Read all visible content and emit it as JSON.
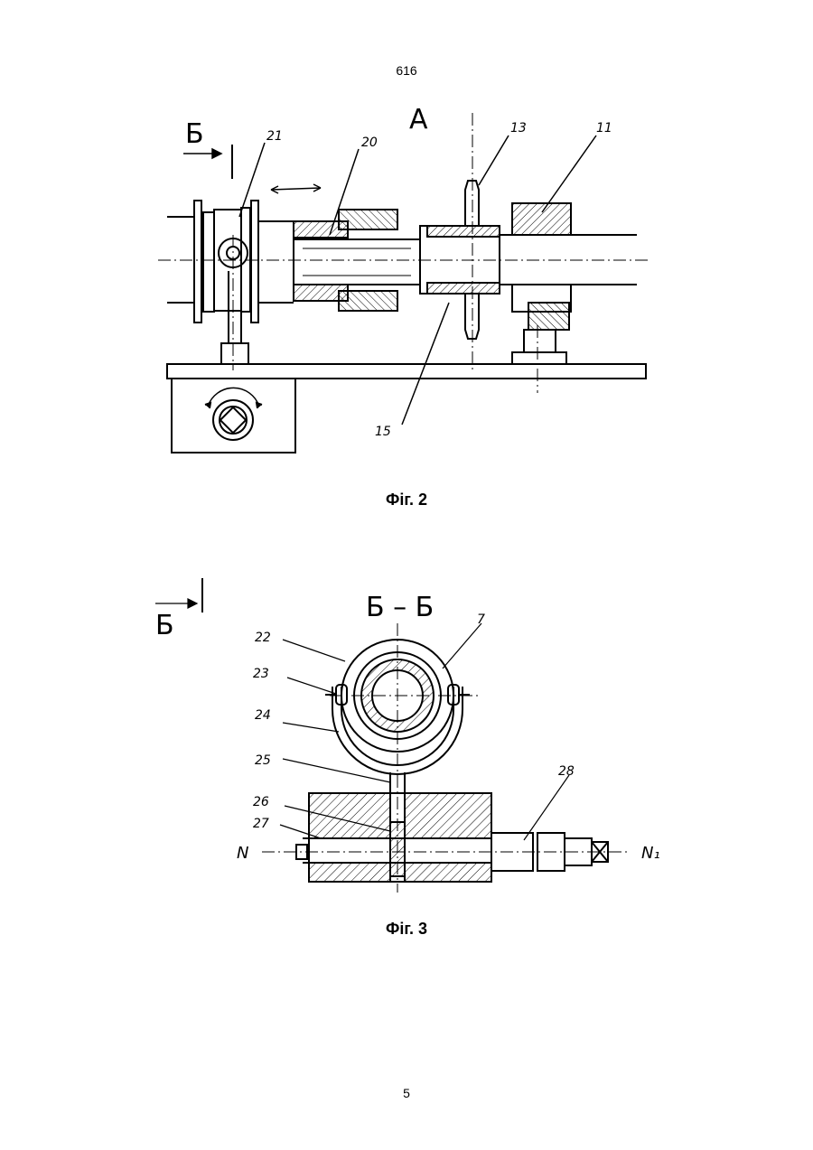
{
  "header": {
    "page_code": "616"
  },
  "figure2": {
    "caption": "Фіг. 2",
    "view_letter": "А",
    "section_marker": "Б",
    "labels": {
      "l21": "21",
      "l20": "20",
      "l13": "13",
      "l11": "11",
      "l15": "15"
    }
  },
  "figure3": {
    "caption": "Фіг. 3",
    "section_title": "Б – Б",
    "section_marker": "Б",
    "labels": {
      "l7": "7",
      "l22": "22",
      "l23": "23",
      "l24": "24",
      "l25": "25",
      "l26": "26",
      "l27": "27",
      "l28": "28",
      "lN": "N",
      "lN1": "N₁"
    }
  },
  "footer": {
    "page_number": "5"
  }
}
